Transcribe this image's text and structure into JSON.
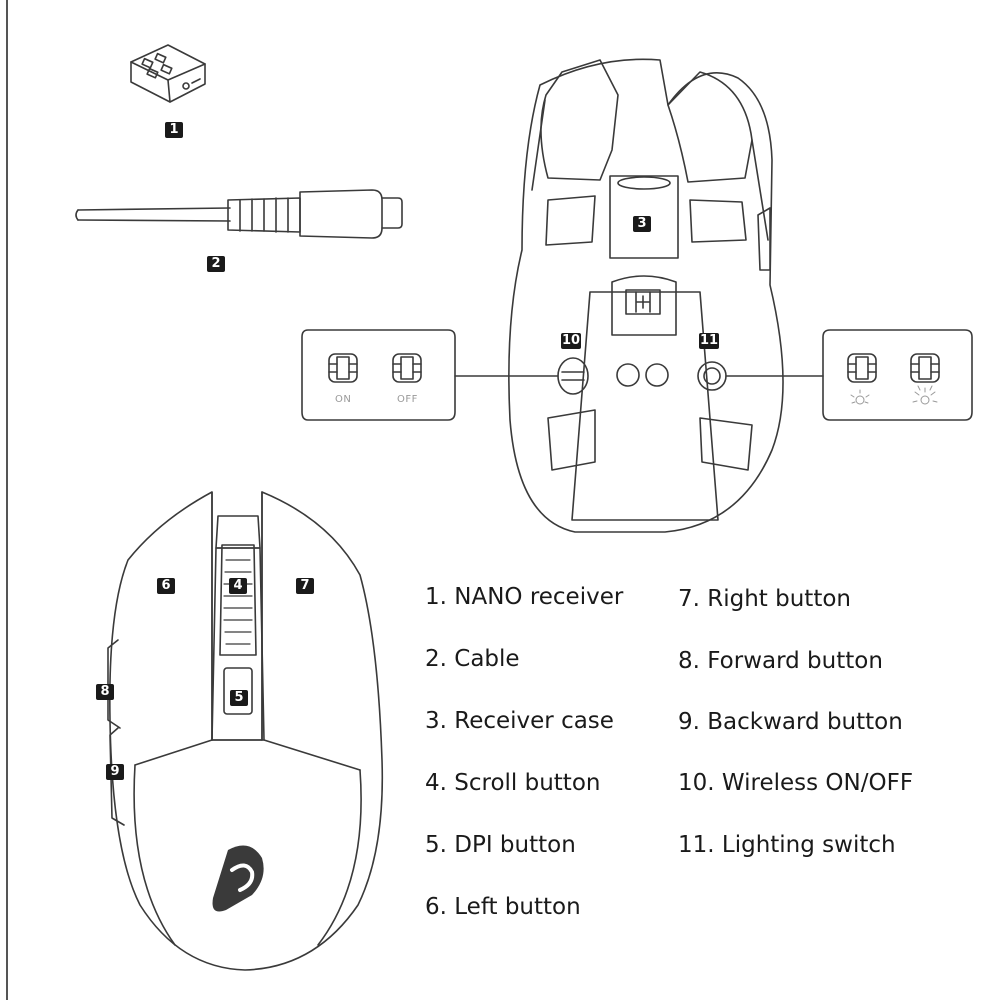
{
  "callouts": {
    "c1": "1",
    "c2": "2",
    "c3": "3",
    "c4": "4",
    "c5": "5",
    "c6": "6",
    "c7": "7",
    "c8": "8",
    "c9": "9",
    "c10": "10",
    "c11": "11"
  },
  "switch_panel": {
    "on_label": "ON",
    "off_label": "OFF"
  },
  "legend": {
    "items": [
      "1. NANO receiver",
      "2. Cable",
      "3. Receiver case",
      "4. Scroll button",
      "5. DPI button",
      "6. Left button",
      "7. Right button",
      "8. Forward button",
      "9. Backward button",
      "10. Wireless ON/OFF",
      "11. Lighting switch"
    ]
  },
  "colors": {
    "line": "#3a3a3a",
    "badge": "#1a1a1a",
    "muted_label": "#999999"
  }
}
